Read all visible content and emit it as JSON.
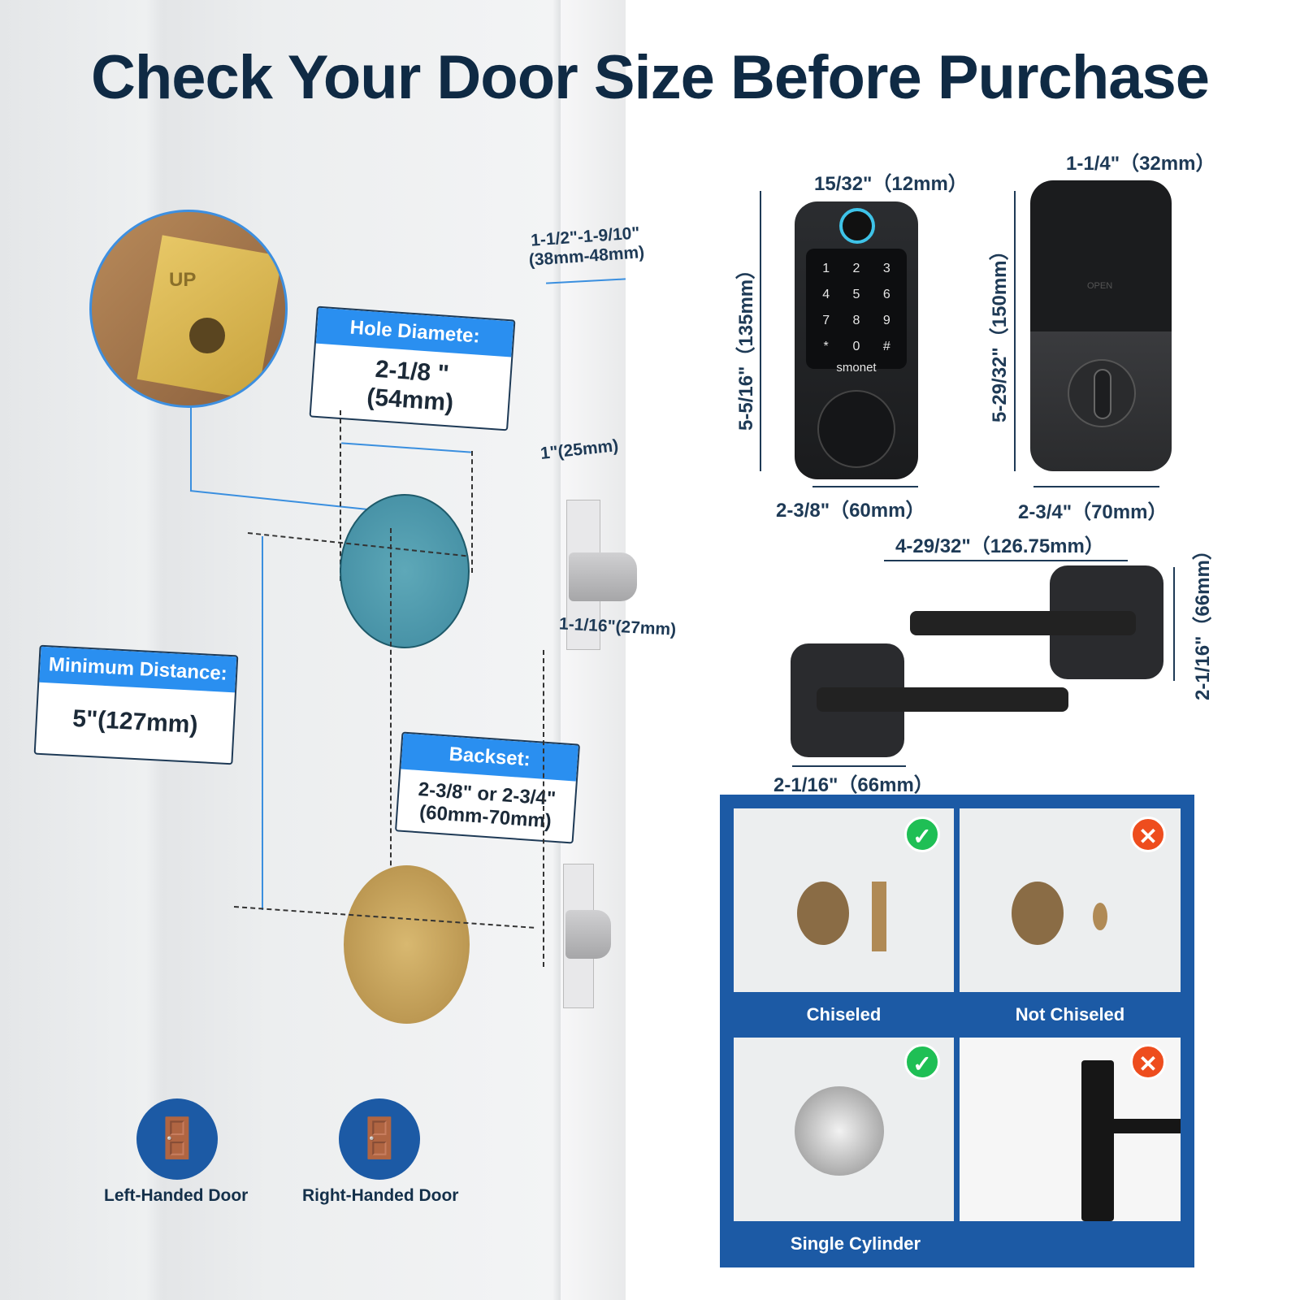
{
  "title": "Check Your Door Size Before Purchase",
  "door_dimensions": {
    "thickness": "1-1/2\"-1-9/10\"",
    "thickness_mm": "(38mm-48mm)",
    "faceplate": "1\"(25mm)",
    "bolt": "1-1/16\"(27mm)"
  },
  "labels": {
    "hole": {
      "heading": "Hole Diamete:",
      "value": "2-1/8 \"",
      "value_mm": "(54mm)"
    },
    "min_distance": {
      "heading": "Minimum Distance:",
      "value": "5\"(127mm)"
    },
    "backset": {
      "heading": "Backset:",
      "value": "2-3/8\" or 2-3/4\"",
      "value_mm": "(60mm-70mm)"
    }
  },
  "latch_mark": "UP",
  "keypad": {
    "keys": [
      "1",
      "2",
      "3",
      "4",
      "5",
      "6",
      "7",
      "8",
      "9",
      "*",
      "0",
      "#"
    ],
    "brand": "smonet",
    "thickness": "15/32\"（12mm）",
    "height": "5-5/16\"（135mm）",
    "width": "2-3/8\"（60mm）"
  },
  "interior": {
    "open_text": "OPEN",
    "thickness": "1-1/4\"（32mm）",
    "height": "5-29/32\"（150mm）",
    "width": "2-3/4\"（70mm）"
  },
  "lever": {
    "length": "4-29/32\"（126.75mm）",
    "rose_height": "2-1/16\"（66mm）",
    "rose_width": "2-1/16\"（66mm）"
  },
  "door_handing": [
    {
      "label": "Left-Handed Door",
      "icon": "left-door-icon"
    },
    {
      "label": "Right-Handed Door",
      "icon": "right-door-icon"
    }
  ],
  "compatibility": {
    "accent": "#1c5aa5",
    "items": [
      {
        "caption": "Chiseled",
        "status": "check",
        "color": "#1fbf55"
      },
      {
        "caption": "Not Chiseled",
        "status": "cross",
        "color": "#ee4d1e"
      },
      {
        "caption": "Single Cylinder",
        "status": "check",
        "color": "#1fbf55"
      },
      {
        "caption": "",
        "status": "cross",
        "color": "#ee4d1e"
      }
    ]
  }
}
